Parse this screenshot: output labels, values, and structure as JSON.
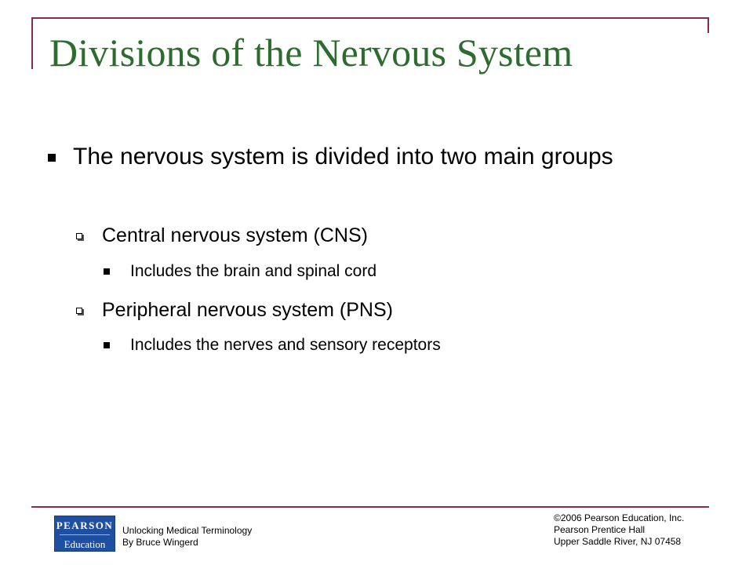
{
  "slide": {
    "title": "Divisions of the Nervous System",
    "bullets": {
      "main": "The nervous system is divided into two main groups",
      "cns": "Central nervous system (CNS)",
      "cns_detail": "Includes the brain and spinal cord",
      "pns": "Peripheral nervous system (PNS)",
      "pns_detail": "Includes the nerves and sensory receptors"
    }
  },
  "footer": {
    "logo": {
      "top": "PEARSON",
      "bottom": "Education"
    },
    "book_title": "Unlocking Medical Terminology",
    "author": "By Bruce Wingerd",
    "copyright": "©2006 Pearson Education, Inc.",
    "publisher": "Pearson Prentice Hall",
    "address": "Upper Saddle River, NJ 07458"
  },
  "colors": {
    "title": "#2e6b2e",
    "frame": "#8b2c4a",
    "logo_bg": "#1f4fa0"
  }
}
